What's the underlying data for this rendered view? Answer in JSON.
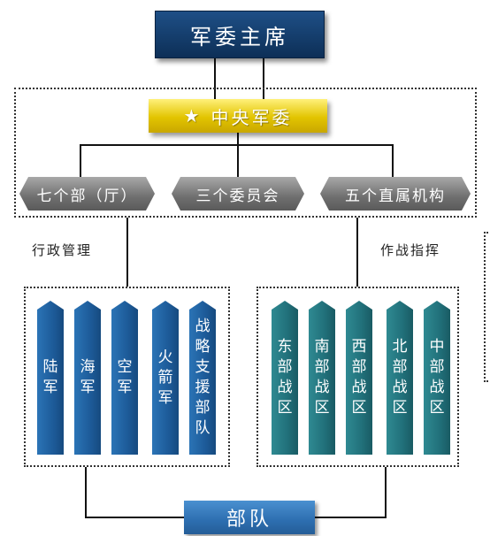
{
  "top": {
    "label": "军委主席"
  },
  "cmc": {
    "star": "★",
    "label": "中央军委"
  },
  "departments": [
    {
      "label": "七个部（厅）"
    },
    {
      "label": "三个委员会"
    },
    {
      "label": "五个直属机构"
    }
  ],
  "labels": {
    "admin": "行政管理",
    "command": "作战指挥"
  },
  "services": [
    {
      "label": "陆军"
    },
    {
      "label": "海军"
    },
    {
      "label": "空军"
    },
    {
      "label": "火箭军"
    },
    {
      "label": "战略支援部队"
    }
  ],
  "theaters": [
    {
      "label": "东部战区"
    },
    {
      "label": "南部战区"
    },
    {
      "label": "西部战区"
    },
    {
      "label": "北部战区"
    },
    {
      "label": "中部战区"
    }
  ],
  "bottom": {
    "label": "部队"
  }
}
